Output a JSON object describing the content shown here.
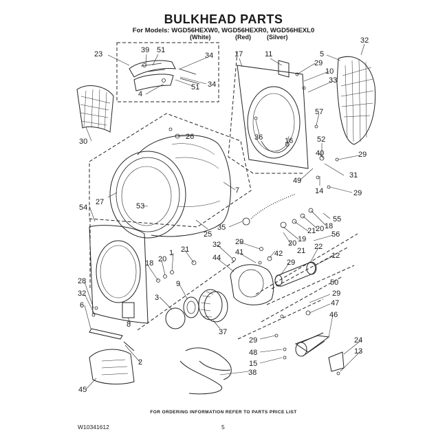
{
  "header": {
    "title": "BULKHEAD PARTS",
    "models": "For Models: WGD56HEXW0, WGD56HEXR0, WGD56HEXL0",
    "variants": [
      "(White)",
      "(Red)",
      "(Silver)"
    ]
  },
  "callouts": [
    "39",
    "51",
    "34",
    "51",
    "34",
    "4",
    "23",
    "30",
    "17",
    "11",
    "5",
    "32",
    "29",
    "10",
    "33",
    "57",
    "36",
    "16",
    "52",
    "40",
    "29",
    "31",
    "14",
    "49",
    "29",
    "26",
    "7",
    "27",
    "53",
    "25",
    "54",
    "35",
    "55",
    "56",
    "18",
    "20",
    "21",
    "19",
    "20",
    "21",
    "42",
    "18",
    "20",
    "1",
    "21",
    "32",
    "29",
    "41",
    "44",
    "22",
    "12",
    "29",
    "50",
    "9",
    "28",
    "32",
    "6",
    "3",
    "8",
    "37",
    "29",
    "47",
    "46",
    "2",
    "29",
    "48",
    "24",
    "13",
    "15",
    "38",
    "45"
  ],
  "footer": {
    "ordering": "FOR ORDERING INFORMATION REFER TO PARTS PRICE LIST",
    "doc_id": "W10341612",
    "page": "5"
  }
}
